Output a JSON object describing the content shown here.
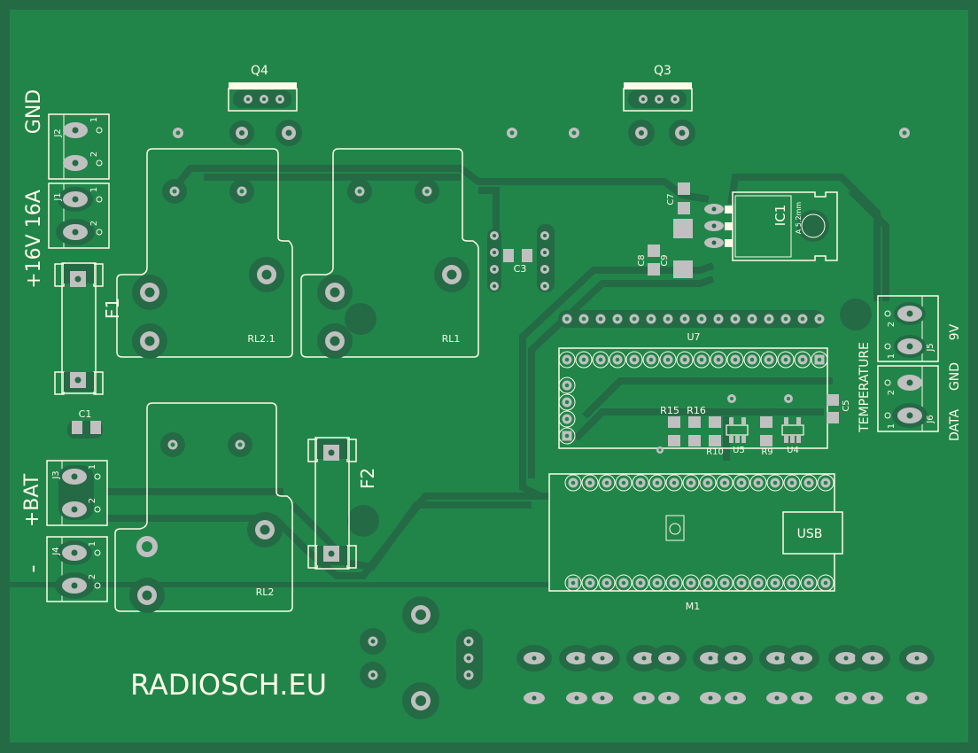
{
  "board": {
    "title": "RADIOSCH.EU",
    "colors": {
      "border": "#246a45",
      "copper_fill": "#21854a",
      "trace": "#246a45",
      "pad": "#c0c0c0",
      "silkscreen": "#fffbe8"
    }
  },
  "connectors": {
    "j2": {
      "ref": "J2",
      "label": "GND",
      "pin1": "1",
      "pin2": "2"
    },
    "j1": {
      "ref": "J1",
      "label": "+16V 16A",
      "pin1": "1",
      "pin2": "2"
    },
    "j3": {
      "ref": "J3",
      "label": "+BAT",
      "pin1": "1",
      "pin2": "2"
    },
    "j4": {
      "ref": "J4",
      "label": "-",
      "pin1": "1",
      "pin2": "2"
    },
    "j5": {
      "ref": "J5",
      "label": "9V",
      "pin1": "1",
      "pin2": "2"
    },
    "j6": {
      "ref": "J6",
      "label_data": "DATA",
      "label_gnd": "GND",
      "pin1": "1",
      "pin2": "2"
    },
    "temperature_label": "TEMPERATURE"
  },
  "components": {
    "f1": "F1",
    "f2": "F2",
    "c1": "C1",
    "c3": "C3",
    "c5": "C5",
    "c7": "C7",
    "c8": "C8",
    "c9": "C9",
    "q3": "Q3",
    "q4": "Q4",
    "rl1": "RL1",
    "rl2": "RL2",
    "rl21": "RL2.1",
    "ic1": "IC1",
    "ic1_note": "A 5.2mm",
    "u7": "U7",
    "u4": "U4",
    "u5": "U5",
    "r9": "R9",
    "r10": "R10",
    "r15": "R15",
    "r16": "R16",
    "m1": "M1",
    "usb": "USB"
  }
}
